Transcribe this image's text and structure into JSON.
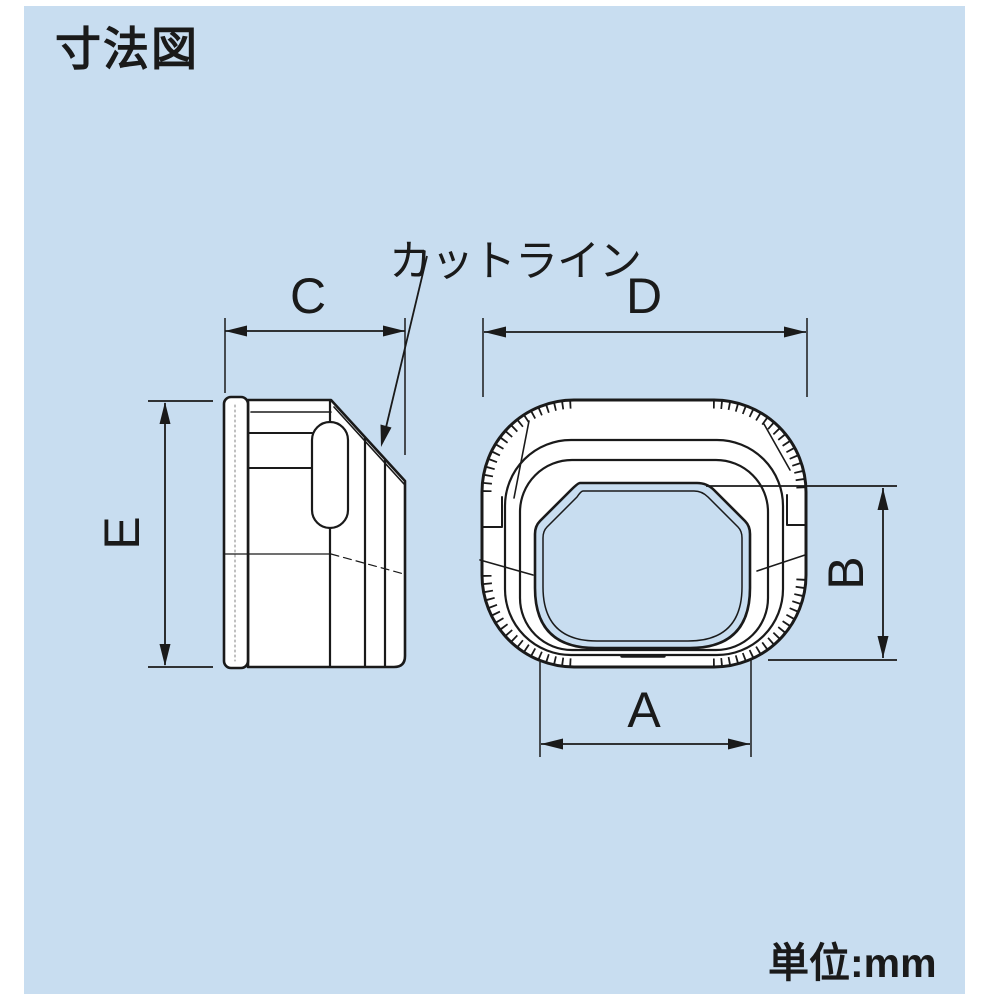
{
  "title": "寸法図",
  "unit_label": "単位:mm",
  "colors": {
    "background": "#c8ddf0",
    "line": "#1a1a1a",
    "object_fill": "#ffffff"
  },
  "diagram": {
    "type": "dimension-drawing",
    "cut_line_label": "カットライン",
    "views": [
      {
        "name": "side-view",
        "description": "left profile view of duct end cover with flange, slot and trim rings"
      },
      {
        "name": "front-view",
        "description": "front view of rounded duct end cover with opening"
      }
    ],
    "dim_labels": {
      "a": "A",
      "b": "B",
      "c": "C",
      "d": "D",
      "e": "E"
    }
  }
}
